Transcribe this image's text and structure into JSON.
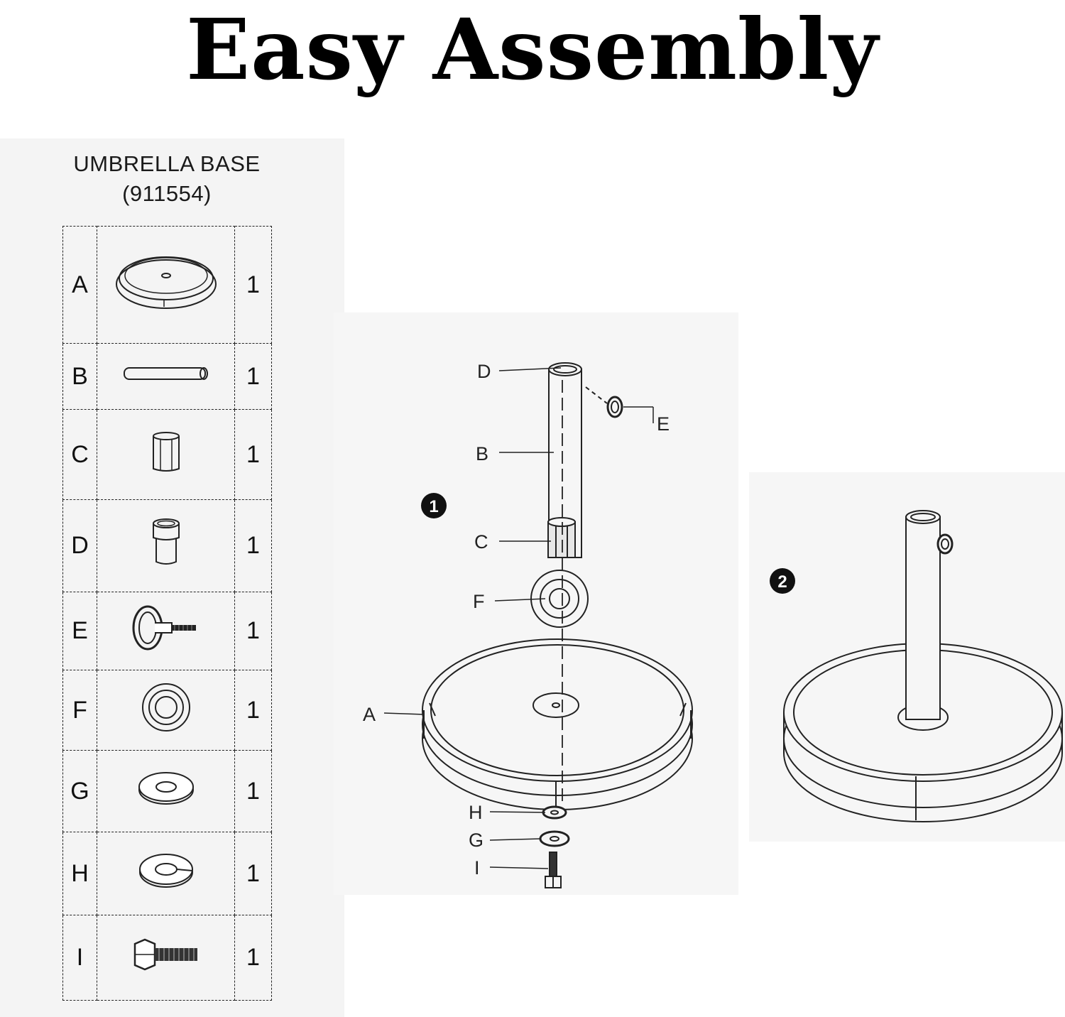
{
  "title": "Easy Assembly",
  "parts_list": {
    "heading": "UMBRELLA BASE",
    "model": "(911554)",
    "rows": [
      {
        "letter": "A",
        "qty": "1",
        "icon": "round-base-icon"
      },
      {
        "letter": "B",
        "qty": "1",
        "icon": "pole-tube-icon"
      },
      {
        "letter": "C",
        "qty": "1",
        "icon": "insert-sleeve-icon"
      },
      {
        "letter": "D",
        "qty": "1",
        "icon": "top-collar-icon"
      },
      {
        "letter": "E",
        "qty": "1",
        "icon": "knob-screw-icon"
      },
      {
        "letter": "F",
        "qty": "1",
        "icon": "ring-cover-icon"
      },
      {
        "letter": "G",
        "qty": "1",
        "icon": "flat-washer-icon"
      },
      {
        "letter": "H",
        "qty": "1",
        "icon": "spring-washer-icon"
      },
      {
        "letter": "I",
        "qty": "1",
        "icon": "hex-bolt-icon"
      }
    ]
  },
  "steps": [
    {
      "number": "1",
      "labels": {
        "a": "A",
        "b": "B",
        "c": "C",
        "d": "D",
        "e": "E",
        "f": "F",
        "g": "G",
        "h": "H",
        "i": "I"
      }
    },
    {
      "number": "2"
    }
  ]
}
